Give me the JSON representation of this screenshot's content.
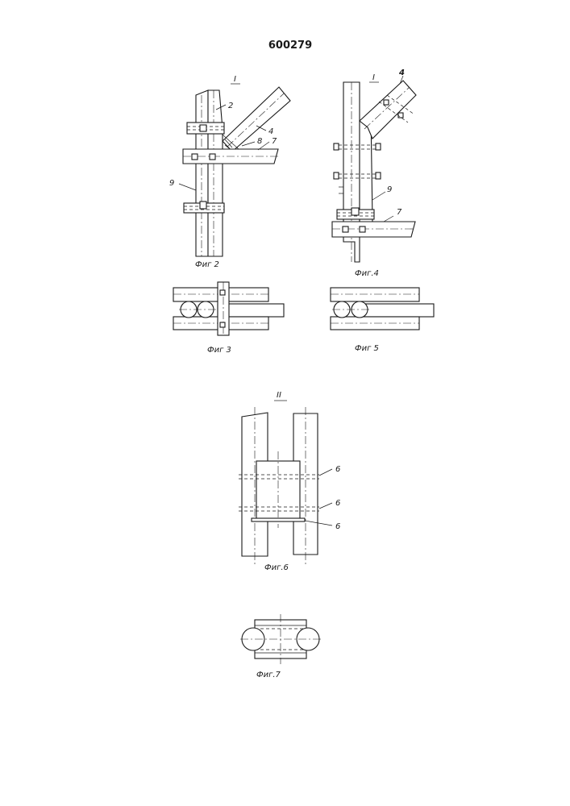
{
  "document": {
    "patent_number": "600279"
  },
  "figures": {
    "fig2": {
      "caption": "Фиг 2",
      "view_mark": "I",
      "labels": [
        "2",
        "4",
        "8",
        "7",
        "9"
      ]
    },
    "fig3": {
      "caption": "Фиг 3"
    },
    "fig4": {
      "caption": "Фиг.4",
      "view_mark": "I",
      "labels": [
        "4",
        "9",
        "7"
      ]
    },
    "fig5": {
      "caption": "Фиг 5"
    },
    "fig6": {
      "caption": "Фиг.6",
      "view_mark": "II",
      "labels": [
        "6",
        "6",
        "6"
      ]
    },
    "fig7": {
      "caption": "Фиг.7"
    }
  }
}
